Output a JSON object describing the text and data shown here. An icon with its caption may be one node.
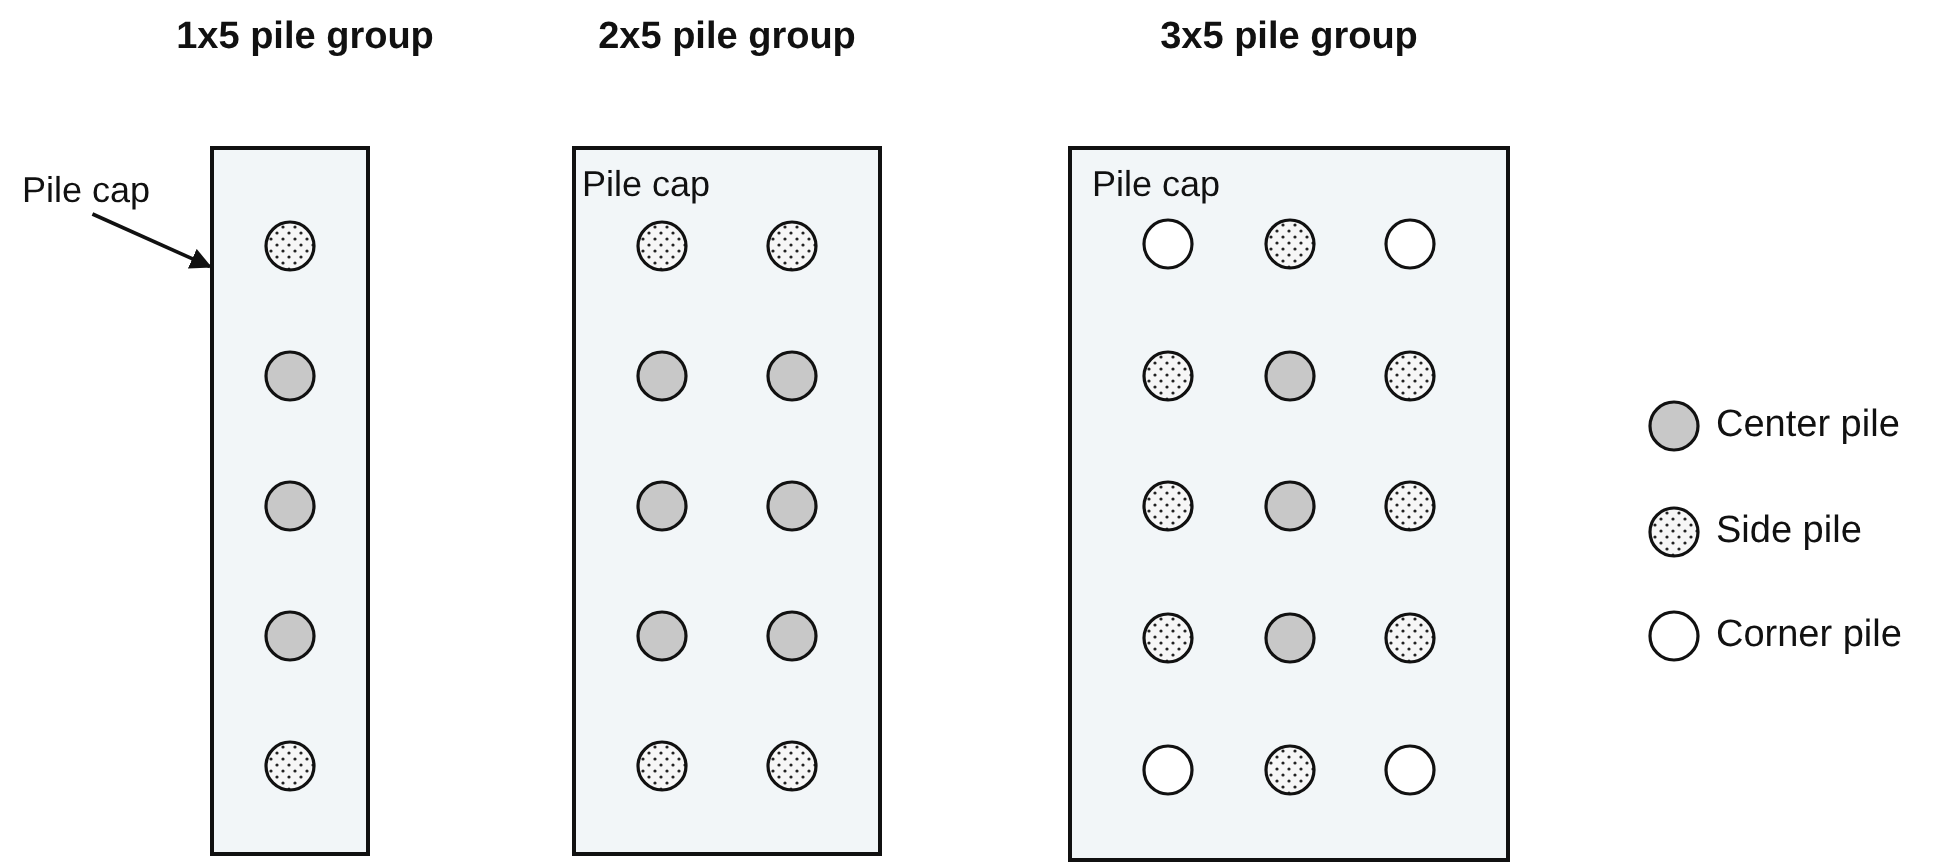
{
  "diagram": {
    "nodes": [
      {
        "text": [
          "1x5 pile group"
        ]
      },
      {
        "text": [
          "Pile cap"
        ]
      },
      {
        "text": [
          "2x5 pile group",
          "Pile cap"
        ]
      },
      {
        "text": [
          "3x5 pile group",
          "Pile cap"
        ]
      }
    ],
    "edges": [
      {
        "from": 1,
        "to": 0,
        "arrow": "to"
      }
    ],
    "legend": [
      {
        "text": "Center pile"
      },
      {
        "text": "Side pile"
      },
      {
        "text": "Corner pile"
      }
    ]
  }
}
